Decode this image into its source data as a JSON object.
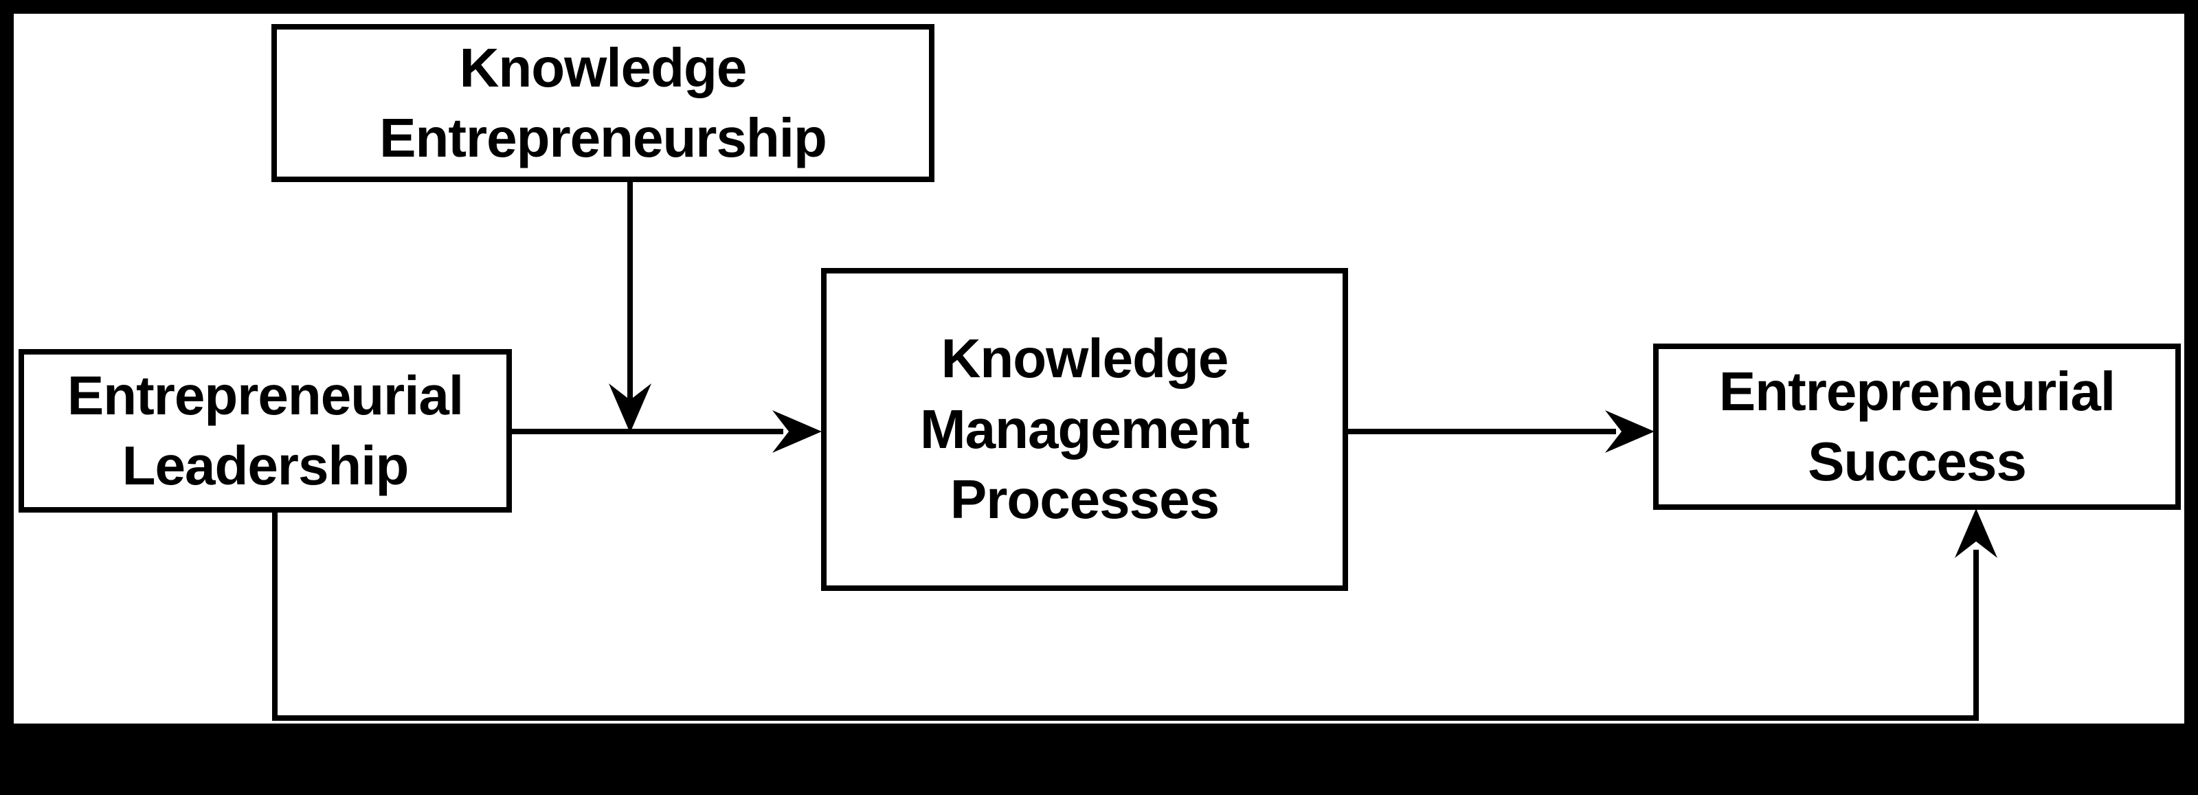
{
  "diagram": {
    "title": "",
    "type": "conceptual-model-flowchart",
    "background_color": "#ffffff",
    "frame_color": "#000000",
    "line_color": "#000000",
    "text_color": "#000000",
    "nodes": {
      "knowledge_entrepreneurship": {
        "label": "Knowledge\nEntrepreneurship"
      },
      "entrepreneurial_leadership": {
        "label": "Entrepreneurial\nLeadership"
      },
      "knowledge_management_processes": {
        "label": "Knowledge\nManagement\nProcesses"
      },
      "entrepreneurial_success": {
        "label": "Entrepreneurial\nSuccess"
      }
    },
    "edges": [
      {
        "from": "entrepreneurial_leadership",
        "to": "knowledge_management_processes",
        "style": "arrow",
        "path": "straight-horizontal"
      },
      {
        "from": "knowledge_management_processes",
        "to": "entrepreneurial_success",
        "style": "arrow",
        "path": "straight-horizontal"
      },
      {
        "from": "knowledge_entrepreneurship",
        "to": "entrepreneurial_leadership->knowledge_management_processes",
        "style": "arrow",
        "path": "vertical-moderator-onto-arrow"
      },
      {
        "from": "entrepreneurial_leadership",
        "to": "entrepreneurial_success",
        "style": "arrow",
        "path": "down-across-bottom-up"
      }
    ]
  }
}
